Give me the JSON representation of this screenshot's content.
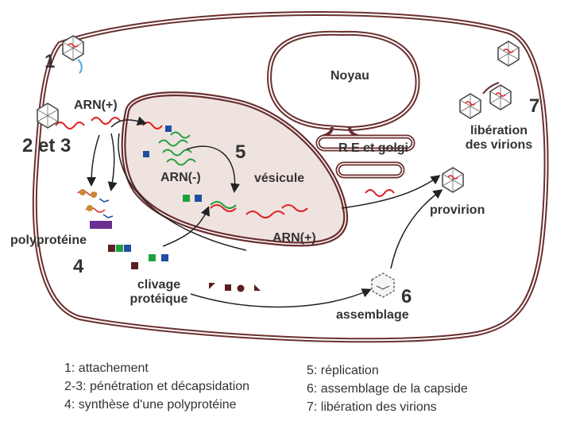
{
  "labels": {
    "noyau": "Noyau",
    "re_golgi": "R E et golgi",
    "arn_plus_top": "ARN(+)",
    "arn_minus": "ARN(-)",
    "vesicule": "vésicule",
    "arn_plus_bottom": "ARN(+)",
    "polyproteine": "polyprotéine",
    "clivage_line1": "clivage",
    "clivage_line2": "protéique",
    "assemblage": "assemblage",
    "provirion": "provirion",
    "liberation_line1": "libération",
    "liberation_line2": "des virions"
  },
  "steps": {
    "s1": "1",
    "s2_3": "2 et 3",
    "s4": "4",
    "s5": "5",
    "s6": "6",
    "s7": "7"
  },
  "legend": {
    "left": [
      "1: attachement",
      "2-3: pénétration et décapsidation",
      "4: synthèse d'une polyprotéine"
    ],
    "right": [
      "5: réplication",
      "6: assemblage de la capside",
      "7: libération des virions"
    ]
  },
  "colors": {
    "membrane": "#6b2f2f",
    "vesicle_fill": "#efe3df",
    "rna_plus": "#e02020",
    "rna_minus": "#20a040",
    "protein_blue": "#1f4fa0",
    "protein_green": "#1fa040",
    "protein_purple": "#6a2f8f",
    "protein_brown": "#5a1f1f",
    "virion_outline": "#444444",
    "text": "#333333"
  }
}
